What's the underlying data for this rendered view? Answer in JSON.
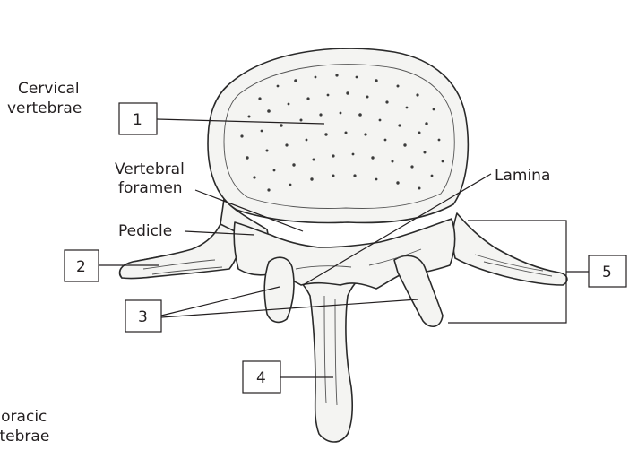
{
  "labels": {
    "cervical_line1": "Cervical",
    "cervical_line2": "vertebrae",
    "thoracic_line1": "Thoracic",
    "thoracic_line2": "vertebrae",
    "vertebral_line1": "Vertebral",
    "vertebral_line2": "foramen",
    "pedicle": "Pedicle",
    "lamina": "Lamina"
  },
  "boxes": {
    "b1": "1",
    "b2": "2",
    "b3": "3",
    "b4": "4",
    "b5": "5"
  },
  "colors": {
    "ink": "#231f20",
    "bone_fill": "#f4f4f2"
  }
}
